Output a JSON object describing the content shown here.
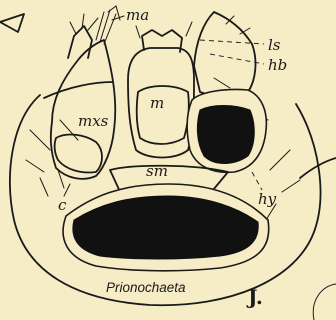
{
  "figure": {
    "labels": {
      "ma": "ma",
      "ls": "ls",
      "hb": "hb",
      "mxs": "mxs",
      "m": "m",
      "sm": "sm",
      "c": "c",
      "hy": "hy"
    },
    "caption": "Prionochaeta",
    "panel_letter": "J."
  }
}
